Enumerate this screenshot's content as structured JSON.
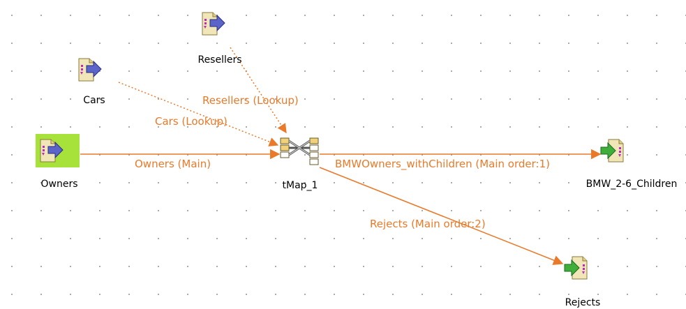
{
  "components": {
    "resellers": {
      "name": "Resellers",
      "icon": "file-input-icon"
    },
    "cars": {
      "name": "Cars",
      "icon": "file-input-icon"
    },
    "owners": {
      "name": "Owners",
      "icon": "file-input-icon",
      "selected": true
    },
    "tmap": {
      "name": "tMap_1",
      "icon": "tmap-icon"
    },
    "bmw": {
      "name": "BMW_2-6_Children",
      "icon": "file-output-icon"
    },
    "rejects": {
      "name": "Rejects",
      "icon": "file-output-icon"
    }
  },
  "links": {
    "resellers_lookup": "Resellers (Lookup)",
    "cars_lookup": "Cars (Lookup)",
    "owners_main": "Owners (Main)",
    "bmw_main": "BMWOwners_withChildren (Main order:1)",
    "rejects_main": "Rejects (Main order:2)"
  },
  "colors": {
    "link": "#ea7a2a",
    "selection": "#a7e23a",
    "input_arrow": "#5b64c8",
    "output_arrow": "#3fae3b"
  }
}
